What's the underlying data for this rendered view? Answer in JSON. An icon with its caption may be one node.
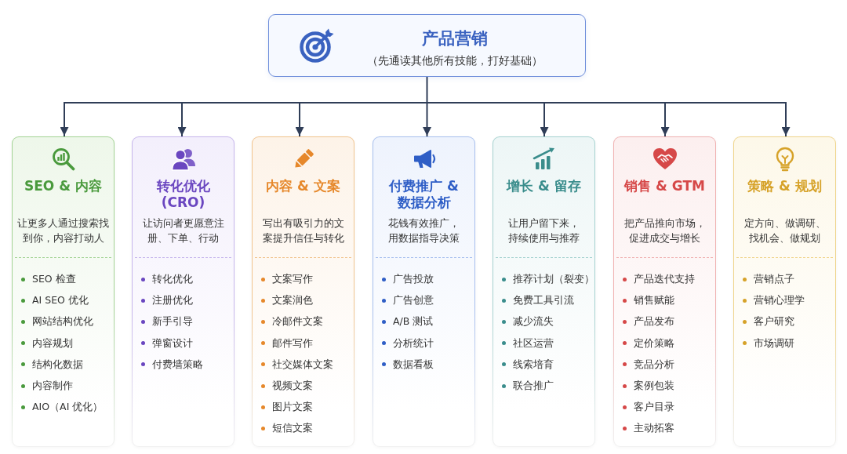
{
  "diagram": {
    "nodes": [
      {
        "text": [
          "产品营销",
          "（先通读其他所有技能，打好基础）"
        ]
      },
      {
        "text": [
          "SEO & 内容",
          "让更多人通过搜索找到你，内容打动人",
          "SEO 检查",
          "AI SEO 优化",
          "网站结构优化",
          "内容规划",
          "结构化数据",
          "内容制作",
          "AIO（AI 优化）"
        ]
      },
      {
        "text": [
          "转化优化(CRO)",
          "让访问者更愿意注册、下单、行动",
          "转化优化",
          "注册优化",
          "新手引导",
          "弹窗设计",
          "付费墙策略"
        ]
      },
      {
        "text": [
          "内容 & 文案",
          "写出有吸引力的文案提升信任与转化",
          "文案写作",
          "文案润色",
          "冷邮件文案",
          "邮件写作",
          "社交媒体文案",
          "视频文案",
          "图片文案",
          "短信文案"
        ]
      },
      {
        "text": [
          "付费推广 & 数据分析",
          "花钱有效推广，用数据指导决策",
          "广告投放",
          "广告创意",
          "A/B 测试",
          "分析统计",
          "数据看板"
        ]
      },
      {
        "text": [
          "增长 & 留存",
          "让用户留下来，持续使用与推荐",
          "推荐计划（裂变）",
          "免费工具引流",
          "减少流失",
          "社区运营",
          "线索培育",
          "联合推广"
        ]
      },
      {
        "text": [
          "销售 & GTM",
          "把产品推向市场，促进成交与增长",
          "产品迭代支持",
          "销售赋能",
          "产品发布",
          "定价策略",
          "竞品分析",
          "案例包装",
          "客户目录",
          "主动拓客"
        ]
      },
      {
        "text": [
          "策略 & 规划",
          "定方向、做调研、找机会、做规划",
          "营销点子",
          "营销心理学",
          "客户研究",
          "市场调研"
        ]
      }
    ],
    "edges": [
      {
        "from": 0,
        "to": 1,
        "arrow": "to"
      },
      {
        "from": 0,
        "to": 2,
        "arrow": "to"
      },
      {
        "from": 0,
        "to": 3,
        "arrow": "to"
      },
      {
        "from": 0,
        "to": 4,
        "arrow": "to"
      },
      {
        "from": 0,
        "to": 5,
        "arrow": "to"
      },
      {
        "from": 0,
        "to": 6,
        "arrow": "to"
      },
      {
        "from": 0,
        "to": 7,
        "arrow": "to"
      }
    ]
  }
}
